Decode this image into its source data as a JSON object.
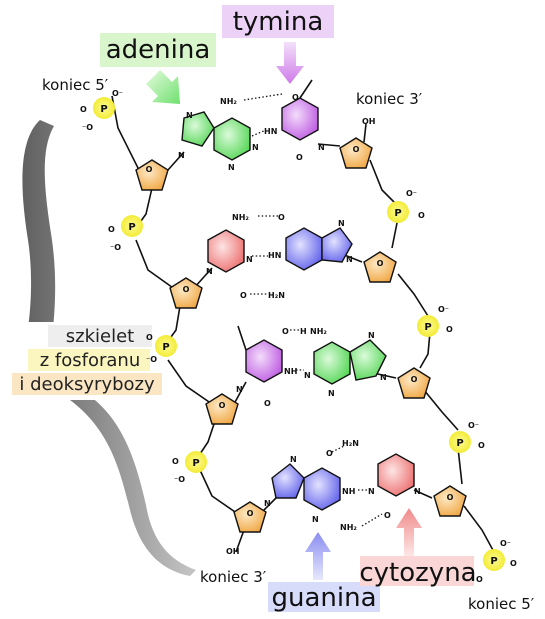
{
  "labels": {
    "adenine": "adenina",
    "thymine": "tymina",
    "guanine": "guanina",
    "cytosine": "cytozyna",
    "end5_top": "koniec 5′",
    "end3_top": "koniec 3′",
    "end3_bottom": "koniec 3′",
    "end5_bottom": "koniec 5′",
    "backbone_line1": "szkielet",
    "backbone_line2": "z fosforanu",
    "backbone_line3": "i deoksyrybozy"
  },
  "atoms": {
    "P": "P",
    "O": "O",
    "O_minus": "O⁻",
    "minus_O": "⁻O",
    "N": "N",
    "NH": "NH",
    "HN": "HN",
    "H": "H",
    "OH": "OH",
    "NH2": "NH₂",
    "H2N": "H₂N"
  },
  "colors": {
    "adenine": "#6fe06f",
    "thymine": "#d07ae8",
    "guanine": "#7c7cf0",
    "cytosine": "#f08a8a",
    "sugar": "#f5b45a",
    "phosphate": "#f7f03a",
    "highlight_adenine": "#d8f5cc",
    "highlight_thymine": "#ecd2f7",
    "highlight_guanine": "#d8dcfb",
    "highlight_cytosine": "#fbd6d6",
    "highlight_phosphate": "#fbf6c0",
    "highlight_sugar": "#fbe6c4"
  }
}
